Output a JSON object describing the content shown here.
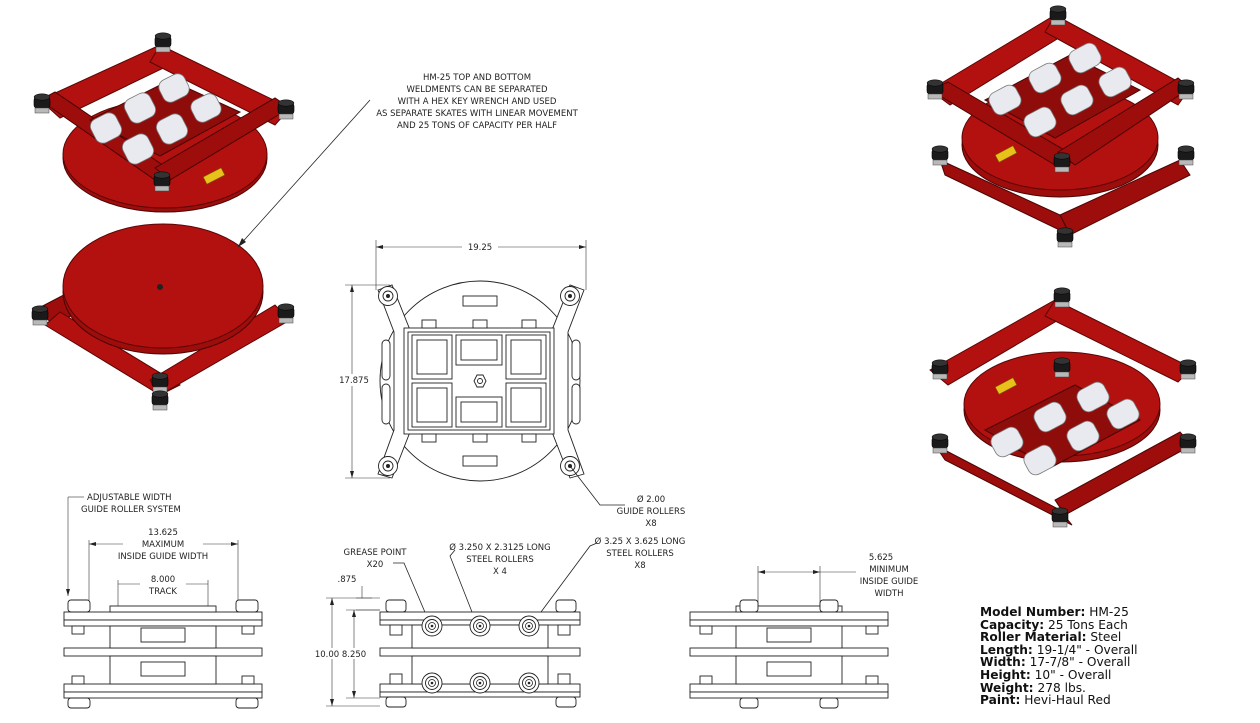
{
  "callouts": {
    "weldments_note": [
      "HM-25 TOP AND BOTTOM",
      "WELDMENTS CAN BE SEPARATED",
      "WITH A HEX KEY WRENCH AND USED",
      "AS SEPARATE SKATES WITH LINEAR MOVEMENT",
      "AND 25 TONS OF CAPACITY PER HALF"
    ],
    "guide_rollers": [
      "Ø 2.00",
      "GUIDE ROLLERS",
      "X8"
    ],
    "adjustable": [
      "ADJUSTABLE WIDTH",
      "GUIDE ROLLER SYSTEM"
    ],
    "max_inside": [
      "13.625",
      "MAXIMUM",
      "INSIDE GUIDE WIDTH"
    ],
    "track": [
      "8.000",
      "TRACK"
    ],
    "grease": [
      "GREASE POINT",
      "X20"
    ],
    "rollers_short": [
      "Ø 3.250 X 2.3125 LONG",
      "STEEL ROLLERS",
      "X 4"
    ],
    "rollers_long": [
      "Ø 3.25 X 3.625 LONG",
      "STEEL ROLLERS",
      "X8"
    ],
    "min_inside": [
      "5.625",
      "MINIMUM",
      "INSIDE GUIDE",
      "WIDTH"
    ]
  },
  "dimensions": {
    "length": "19.25",
    "width": "17.875",
    "offset": ".875",
    "height_overall": "10.00",
    "height_inner": "8.250"
  },
  "specs": [
    {
      "label": "Model Number:",
      "value": "HM-25"
    },
    {
      "label": "Capacity:",
      "value": "25 Tons Each"
    },
    {
      "label": "Roller Material:",
      "value": "Steel"
    },
    {
      "label": "Length:",
      "value": "19-1/4\" - Overall"
    },
    {
      "label": "Width:",
      "value": "17-7/8\" - Overall"
    },
    {
      "label": "Height:",
      "value": "10\" - Overall"
    },
    {
      "label": "Weight:",
      "value": "278 lbs."
    },
    {
      "label": "Paint:",
      "value": "Hevi-Haul Red"
    }
  ],
  "colors": {
    "paint": "#b3110f",
    "rollers": "#e9eaf0",
    "label_plate": "#e8c21a",
    "line_work": "#222222"
  }
}
